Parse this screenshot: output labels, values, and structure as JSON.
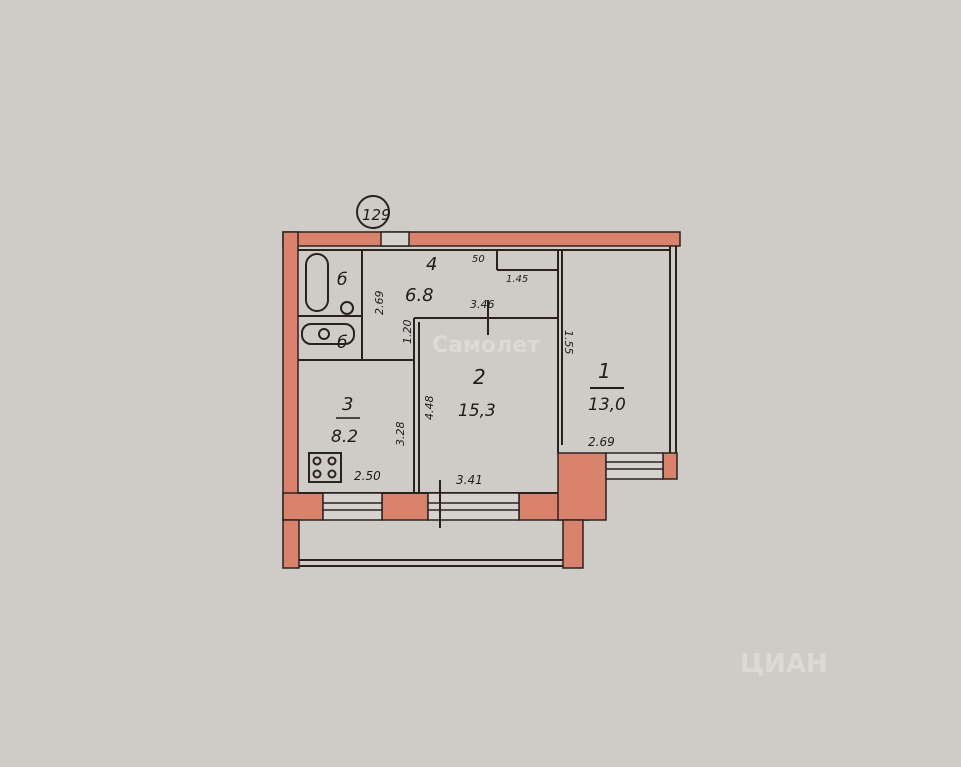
{
  "plan": {
    "marker": "129",
    "rooms": [
      {
        "number": "1",
        "area": "13,0",
        "width": "2.69",
        "side": "1.55"
      },
      {
        "number": "2",
        "area": "15,3",
        "width": "3.41",
        "depth": "4.48"
      },
      {
        "number": "3",
        "area": "8.2",
        "width": "2.50",
        "depth": "3.28"
      },
      {
        "number": "4",
        "area": "6.8",
        "width": "3.46",
        "side": "2.69",
        "door": "1.20"
      }
    ],
    "closet": {
      "width": "1.45",
      "offset": "50"
    },
    "bath_labels": [
      "б",
      "б"
    ]
  },
  "watermarks": {
    "left": "Самолет",
    "right": "ЦИАН"
  },
  "colors": {
    "paper": "#cfccc7",
    "wall": "#d9826c",
    "ink": "#1e1b1a"
  }
}
